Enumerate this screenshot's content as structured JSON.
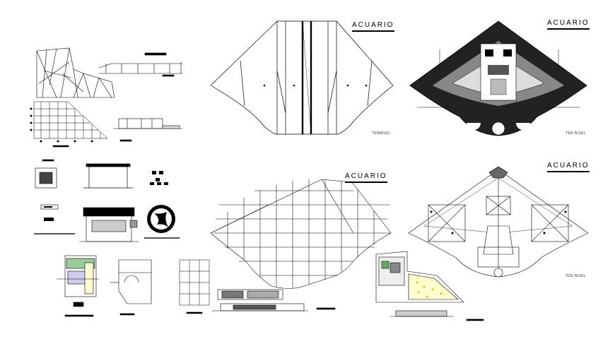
{
  "drawing": {
    "titles": {
      "top_center": "ACUARIO",
      "top_right": "ACUARIO",
      "mid_center": "ACUARIO",
      "mid_right": "ACUARIO"
    },
    "level_labels": {
      "top_center": "TERNIVEL",
      "top_right": "TER NIVEL",
      "bottom_right": "2DO NIVEL"
    }
  }
}
